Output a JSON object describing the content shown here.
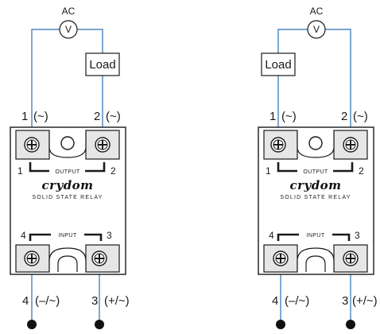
{
  "panels": [
    {
      "id": "left",
      "ac_label": "AC",
      "meter_symbol": "V",
      "load_label": "Load",
      "terminal_1_label": "1",
      "terminal_1_symbol": "(~)",
      "terminal_2_label": "2",
      "terminal_2_symbol": "(~)",
      "output_num_left": "1",
      "output_label": "OUTPUT",
      "output_num_right": "2",
      "brand": "crydom",
      "brand_sub": "SOLID STATE RELAY",
      "input_num_left": "4",
      "input_label": "INPUT",
      "input_num_right": "3",
      "terminal_4_label": "4",
      "terminal_4_symbol": "(–/~)",
      "terminal_3_label": "3",
      "terminal_3_symbol": "(+/~)"
    },
    {
      "id": "right",
      "ac_label": "AC",
      "meter_symbol": "V",
      "load_label": "Load",
      "terminal_1_label": "1",
      "terminal_1_symbol": "(~)",
      "terminal_2_label": "2",
      "terminal_2_symbol": "(~)",
      "output_num_left": "1",
      "output_label": "OUTPUT",
      "output_num_right": "2",
      "brand": "crydom",
      "brand_sub": "SOLID STATE RELAY",
      "input_num_left": "4",
      "input_label": "INPUT",
      "input_num_right": "3",
      "terminal_4_label": "4",
      "terminal_4_symbol": "(–/~)",
      "terminal_3_label": "3",
      "terminal_3_symbol": "(+/~)"
    }
  ],
  "colors": {
    "wire": "#2a6fb0",
    "outline": "#1a1a1a",
    "relay_body": "#ffffff",
    "terminal_block": "#e6e6e6",
    "terminal_dot": "#111111"
  }
}
